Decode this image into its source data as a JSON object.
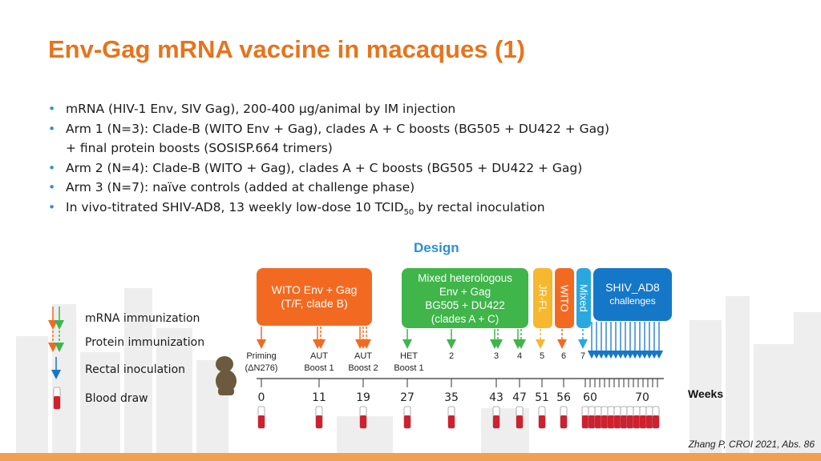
{
  "slide": {
    "title": "Env-Gag mRNA vaccine in macaques (1)",
    "bullets": [
      {
        "text": "mRNA (HIV-1 Env, SIV Gag), 200-400 µg/animal by IM injection"
      },
      {
        "text": "Arm 1 (N=3): Clade-B (WITO Env + Gag), clades A + C boosts (BG505 + DU422 + Gag)",
        "cont": "+ final protein boosts (SOSISP.664 trimers)"
      },
      {
        "text": "Arm 2 (N=4): Clade-B (WITO + Gag), clades A + C boosts (BG505 + DU422 + Gag)"
      },
      {
        "text": "Arm 3 (N=7): naïve controls (added at challenge phase)"
      },
      {
        "text": "In vivo-titrated SHIV-AD8, 13 weekly low-dose 10 TCID",
        "sub": "50",
        "tail": " by rectal inoculation"
      }
    ],
    "design_heading": "Design",
    "citation": "Zhang P, CROI 2021, Abs. 86",
    "weeks_label": "Weeks"
  },
  "boxes": {
    "wito": {
      "line1": "WITO Env + Gag",
      "line2": "(T/F, clade B)",
      "color": "#f26a21"
    },
    "mixed": {
      "line1": "Mixed heterologous",
      "line2": "Env + Gag",
      "line3": "BG505 + DU422",
      "line4": "(clades A + C)",
      "color": "#3fb54a"
    },
    "jrfl": {
      "label": "JR-FL",
      "color": "#f5b82e"
    },
    "wito_v": {
      "label": "WITO",
      "color": "#f26a21"
    },
    "mixed_v": {
      "label": "Mixed",
      "color": "#29a8e0"
    },
    "shiv": {
      "line1": "SHIV_AD8",
      "line2": "challenges",
      "color": "#1577c8"
    }
  },
  "legend": {
    "mrna": "mRNA immunization",
    "protein": "Protein immunization",
    "rectal": "Rectal inoculation",
    "blood": "Blood draw"
  },
  "timeline": {
    "events": [
      {
        "line1": "Priming",
        "line2": "(ΔN276)"
      },
      {
        "line1": "AUT",
        "line2": "Boost 1"
      },
      {
        "line1": "AUT",
        "line2": "Boost 2"
      },
      {
        "line1": "HET",
        "line2": "Boost 1"
      },
      {
        "line1": "2",
        "line2": ""
      },
      {
        "line1": "3",
        "line2": ""
      },
      {
        "line1": "4",
        "line2": ""
      },
      {
        "line1": "5",
        "line2": ""
      },
      {
        "line1": "6",
        "line2": ""
      },
      {
        "line1": "7",
        "line2": ""
      }
    ],
    "week_ticks": [
      "0",
      "11",
      "19",
      "27",
      "35",
      "43",
      "47",
      "51",
      "56",
      "60",
      "70"
    ]
  }
}
